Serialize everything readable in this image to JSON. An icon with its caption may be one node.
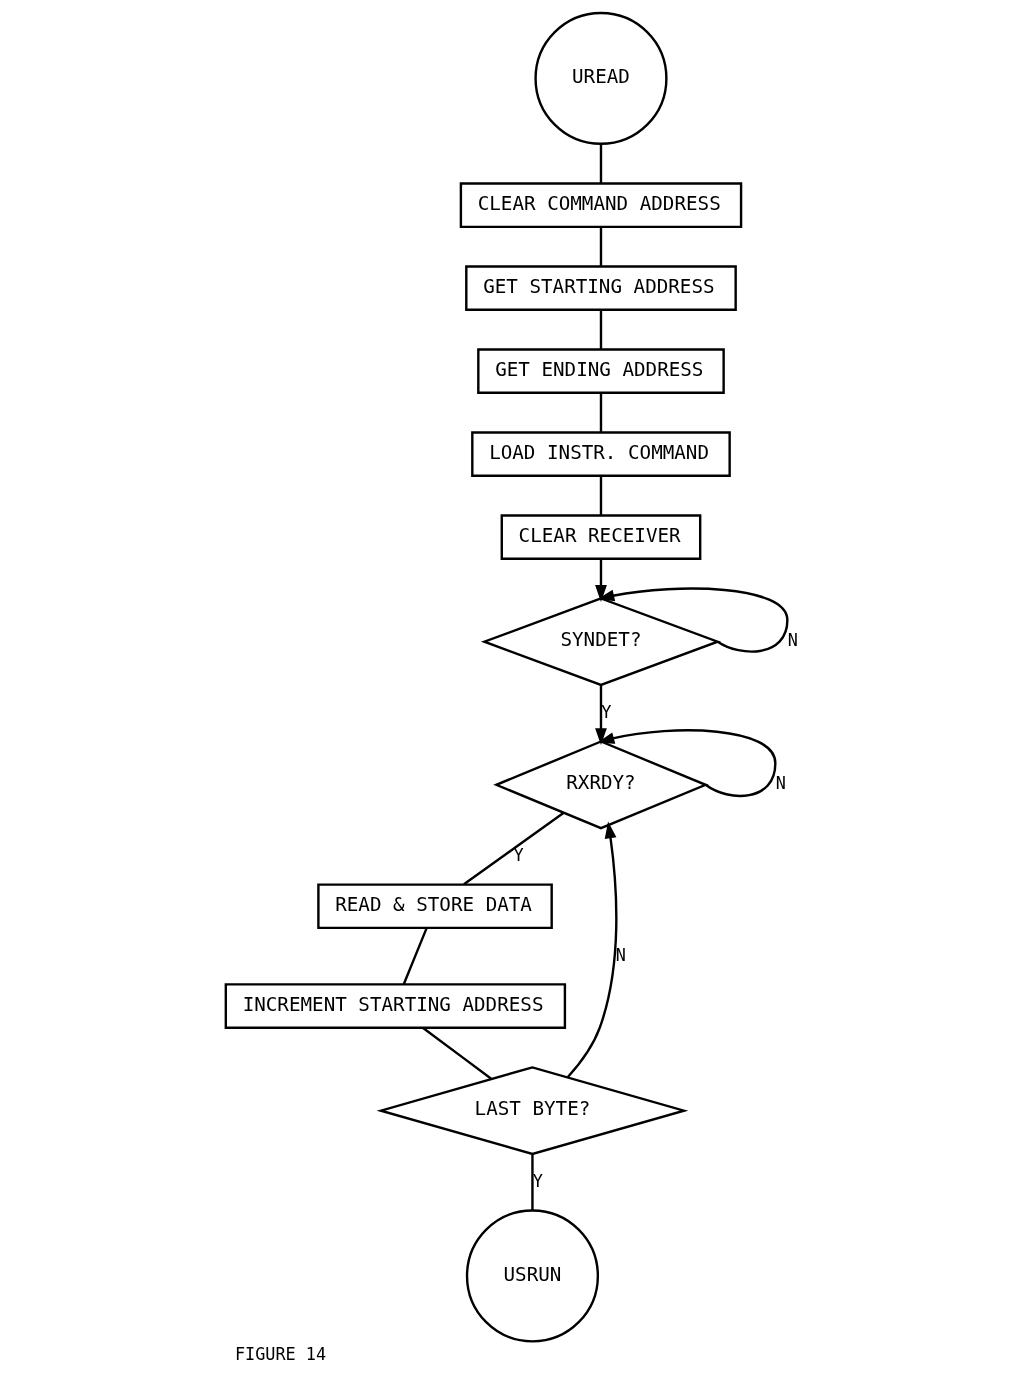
{
  "diagram": {
    "caption": "FIGURE 14",
    "nodes": [
      {
        "text": [
          "UREAD"
        ]
      },
      {
        "text": [
          "CLEAR COMMAND ADDRESS"
        ]
      },
      {
        "text": [
          "GET STARTING ADDRESS"
        ]
      },
      {
        "text": [
          "GET ENDING ADDRESS"
        ]
      },
      {
        "text": [
          "LOAD INSTR. COMMAND"
        ]
      },
      {
        "text": [
          "CLEAR RECEIVER"
        ]
      },
      {
        "text": [
          "SYNDET?"
        ]
      },
      {
        "text": [
          "RXRDY?"
        ]
      },
      {
        "text": [
          "READ & STORE DATA"
        ]
      },
      {
        "text": [
          "INCREMENT STARTING ADDRESS"
        ]
      },
      {
        "text": [
          "LAST BYTE?"
        ]
      },
      {
        "text": [
          "USRUN"
        ]
      }
    ],
    "edges": [
      {
        "from": 0,
        "to": 1,
        "arrow": "none"
      },
      {
        "from": 1,
        "to": 2,
        "arrow": "none"
      },
      {
        "from": 2,
        "to": 3,
        "arrow": "none"
      },
      {
        "from": 3,
        "to": 4,
        "arrow": "none"
      },
      {
        "from": 4,
        "to": 5,
        "arrow": "none"
      },
      {
        "from": 5,
        "to": 6,
        "arrow": "to"
      },
      {
        "from": 6,
        "to": 6,
        "arrow": "to",
        "label": "N"
      },
      {
        "from": 6,
        "to": 7,
        "arrow": "to",
        "label": "Y"
      },
      {
        "from": 7,
        "to": 7,
        "arrow": "to",
        "label": "N"
      },
      {
        "from": 7,
        "to": 8,
        "arrow": "none",
        "label": "Y"
      },
      {
        "from": 8,
        "to": 9,
        "arrow": "none"
      },
      {
        "from": 9,
        "to": 10,
        "arrow": "none"
      },
      {
        "from": 10,
        "to": 7,
        "arrow": "to",
        "label": "N"
      },
      {
        "from": 10,
        "to": 11,
        "arrow": "none",
        "label": "Y"
      }
    ]
  }
}
